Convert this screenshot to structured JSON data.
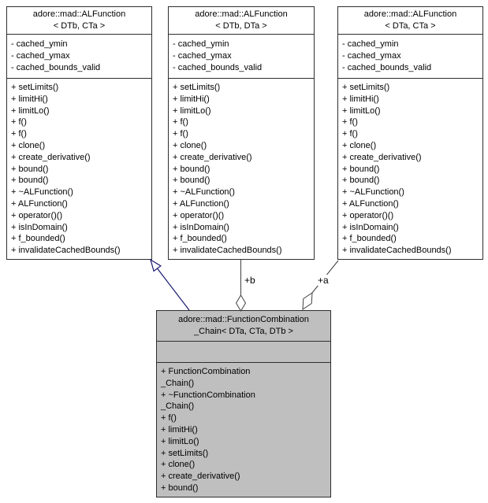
{
  "diagram": {
    "kind": "uml-class-collaboration-diagram",
    "colors": {
      "node_fill": "#ffffff",
      "focus_node_fill": "#bfbfbf",
      "node_border": "#2e2e2e",
      "inheritance_edge": "#191970",
      "aggregation_edge": "#404040",
      "text": "#000000"
    },
    "classes": [
      {
        "title_line1": "adore::mad::ALFunction",
        "title_line2": "< DTb, CTa >",
        "attributes": [
          "- cached_ymin",
          "- cached_ymax",
          "- cached_bounds_valid"
        ],
        "methods": [
          "+ setLimits()",
          "+ limitHi()",
          "+ limitLo()",
          "+ f()",
          "+ f()",
          "+ clone()",
          "+ create_derivative()",
          "+ bound()",
          "+ bound()",
          "+ ~ALFunction()",
          "+ ALFunction()",
          "+ operator()()",
          "+ isInDomain()",
          "+ f_bounded()",
          "+ invalidateCachedBounds()"
        ]
      },
      {
        "title_line1": "adore::mad::ALFunction",
        "title_line2": "< DTb, DTa >",
        "attributes": [
          "- cached_ymin",
          "- cached_ymax",
          "- cached_bounds_valid"
        ],
        "methods": [
          "+ setLimits()",
          "+ limitHi()",
          "+ limitLo()",
          "+ f()",
          "+ f()",
          "+ clone()",
          "+ create_derivative()",
          "+ bound()",
          "+ bound()",
          "+ ~ALFunction()",
          "+ ALFunction()",
          "+ operator()()",
          "+ isInDomain()",
          "+ f_bounded()",
          "+ invalidateCachedBounds()"
        ]
      },
      {
        "title_line1": "adore::mad::ALFunction",
        "title_line2": "< DTa, CTa >",
        "attributes": [
          "- cached_ymin",
          "- cached_ymax",
          "- cached_bounds_valid"
        ],
        "methods": [
          "+ setLimits()",
          "+ limitHi()",
          "+ limitLo()",
          "+ f()",
          "+ f()",
          "+ clone()",
          "+ create_derivative()",
          "+ bound()",
          "+ bound()",
          "+ ~ALFunction()",
          "+ ALFunction()",
          "+ operator()()",
          "+ isInDomain()",
          "+ f_bounded()",
          "+ invalidateCachedBounds()"
        ]
      },
      {
        "title_line1": "adore::mad::FunctionCombination",
        "title_line2": "_Chain< DTa, CTa, DTb >",
        "attributes": [],
        "methods": [
          "+ FunctionCombination",
          "_Chain()",
          "+ ~FunctionCombination",
          "_Chain()",
          "+ f()",
          "+ limitHi()",
          "+ limitLo()",
          "+ setLimits()",
          "+ clone()",
          "+ create_derivative()",
          "+ bound()"
        ]
      }
    ],
    "edges": {
      "inheritance": {
        "type": "public-inheritance",
        "color": "#191970"
      },
      "aggregation_b": {
        "label": "+b",
        "color": "#404040"
      },
      "aggregation_a": {
        "label": "+a",
        "color": "#404040"
      }
    }
  }
}
